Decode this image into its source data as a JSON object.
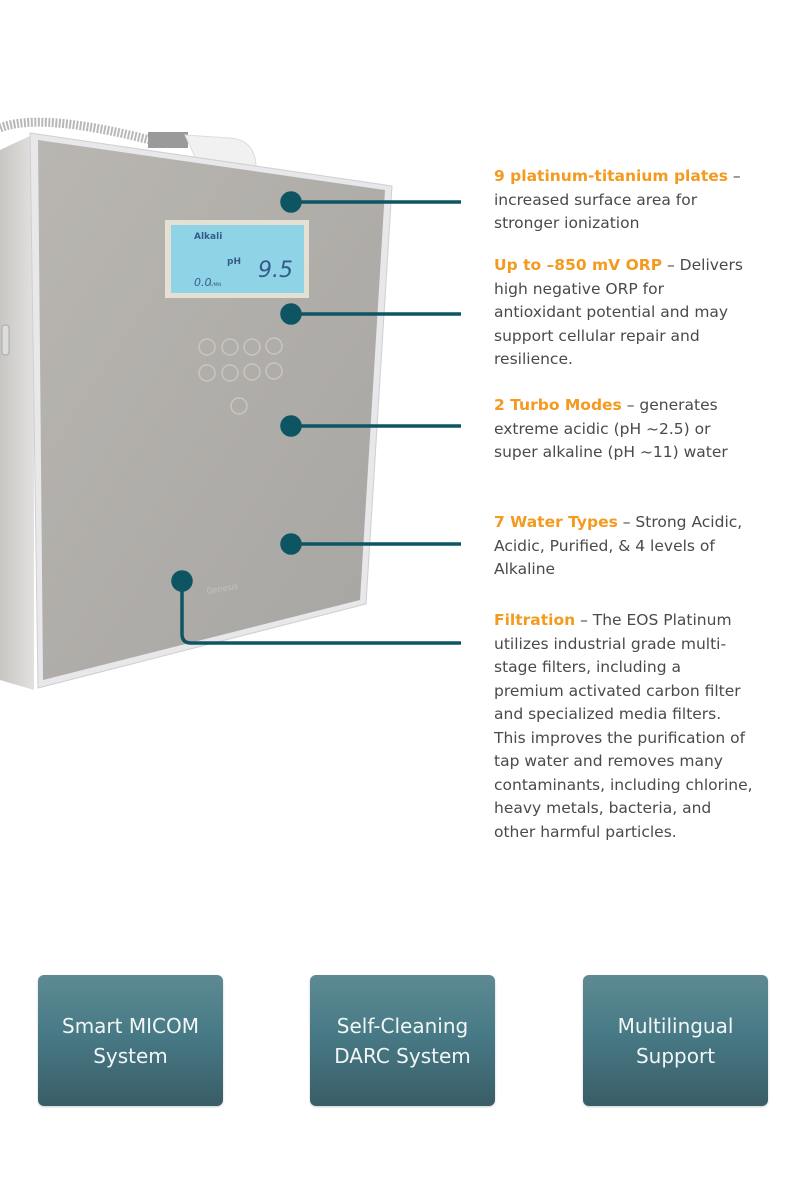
{
  "device": {
    "lcd_mode": "Alkali",
    "lcd_label": "pH",
    "lcd_value": "9.5",
    "lcd_flow": "0.0",
    "lcd_flow_unit": "L/MIN",
    "brand": "Genesis"
  },
  "features": [
    {
      "title": "9 platinum-titanium plates",
      "text": " – increased surface area for stronger ionization"
    },
    {
      "title": "Up to –850 mV ORP",
      "text": " – Delivers high negative ORP for antioxidant potential and may support cellular repair and resilience."
    },
    {
      "title": "2 Turbo Modes",
      "text": " – generates extreme acidic (pH ~2.5) or super alkaline (pH ~11) water"
    },
    {
      "title": "7 Water Types",
      "text": " – Strong Acidic, Acidic, Purified, & 4 levels of Alkaline"
    },
    {
      "title": "Filtration",
      "text": " – The EOS Platinum utilizes industrial grade multi-stage filters, including a premium activated carbon filter and specialized media filters. This improves the purification of tap water and removes many contaminants, including chlorine, heavy metals, bacteria, and other harmful particles."
    }
  ],
  "highlights": [
    "Smart MICOM System",
    "Self-Cleaning DARC System",
    "Multilingual Support"
  ],
  "colors": {
    "accent": "#f39a1f",
    "teal": "#0e5563"
  }
}
